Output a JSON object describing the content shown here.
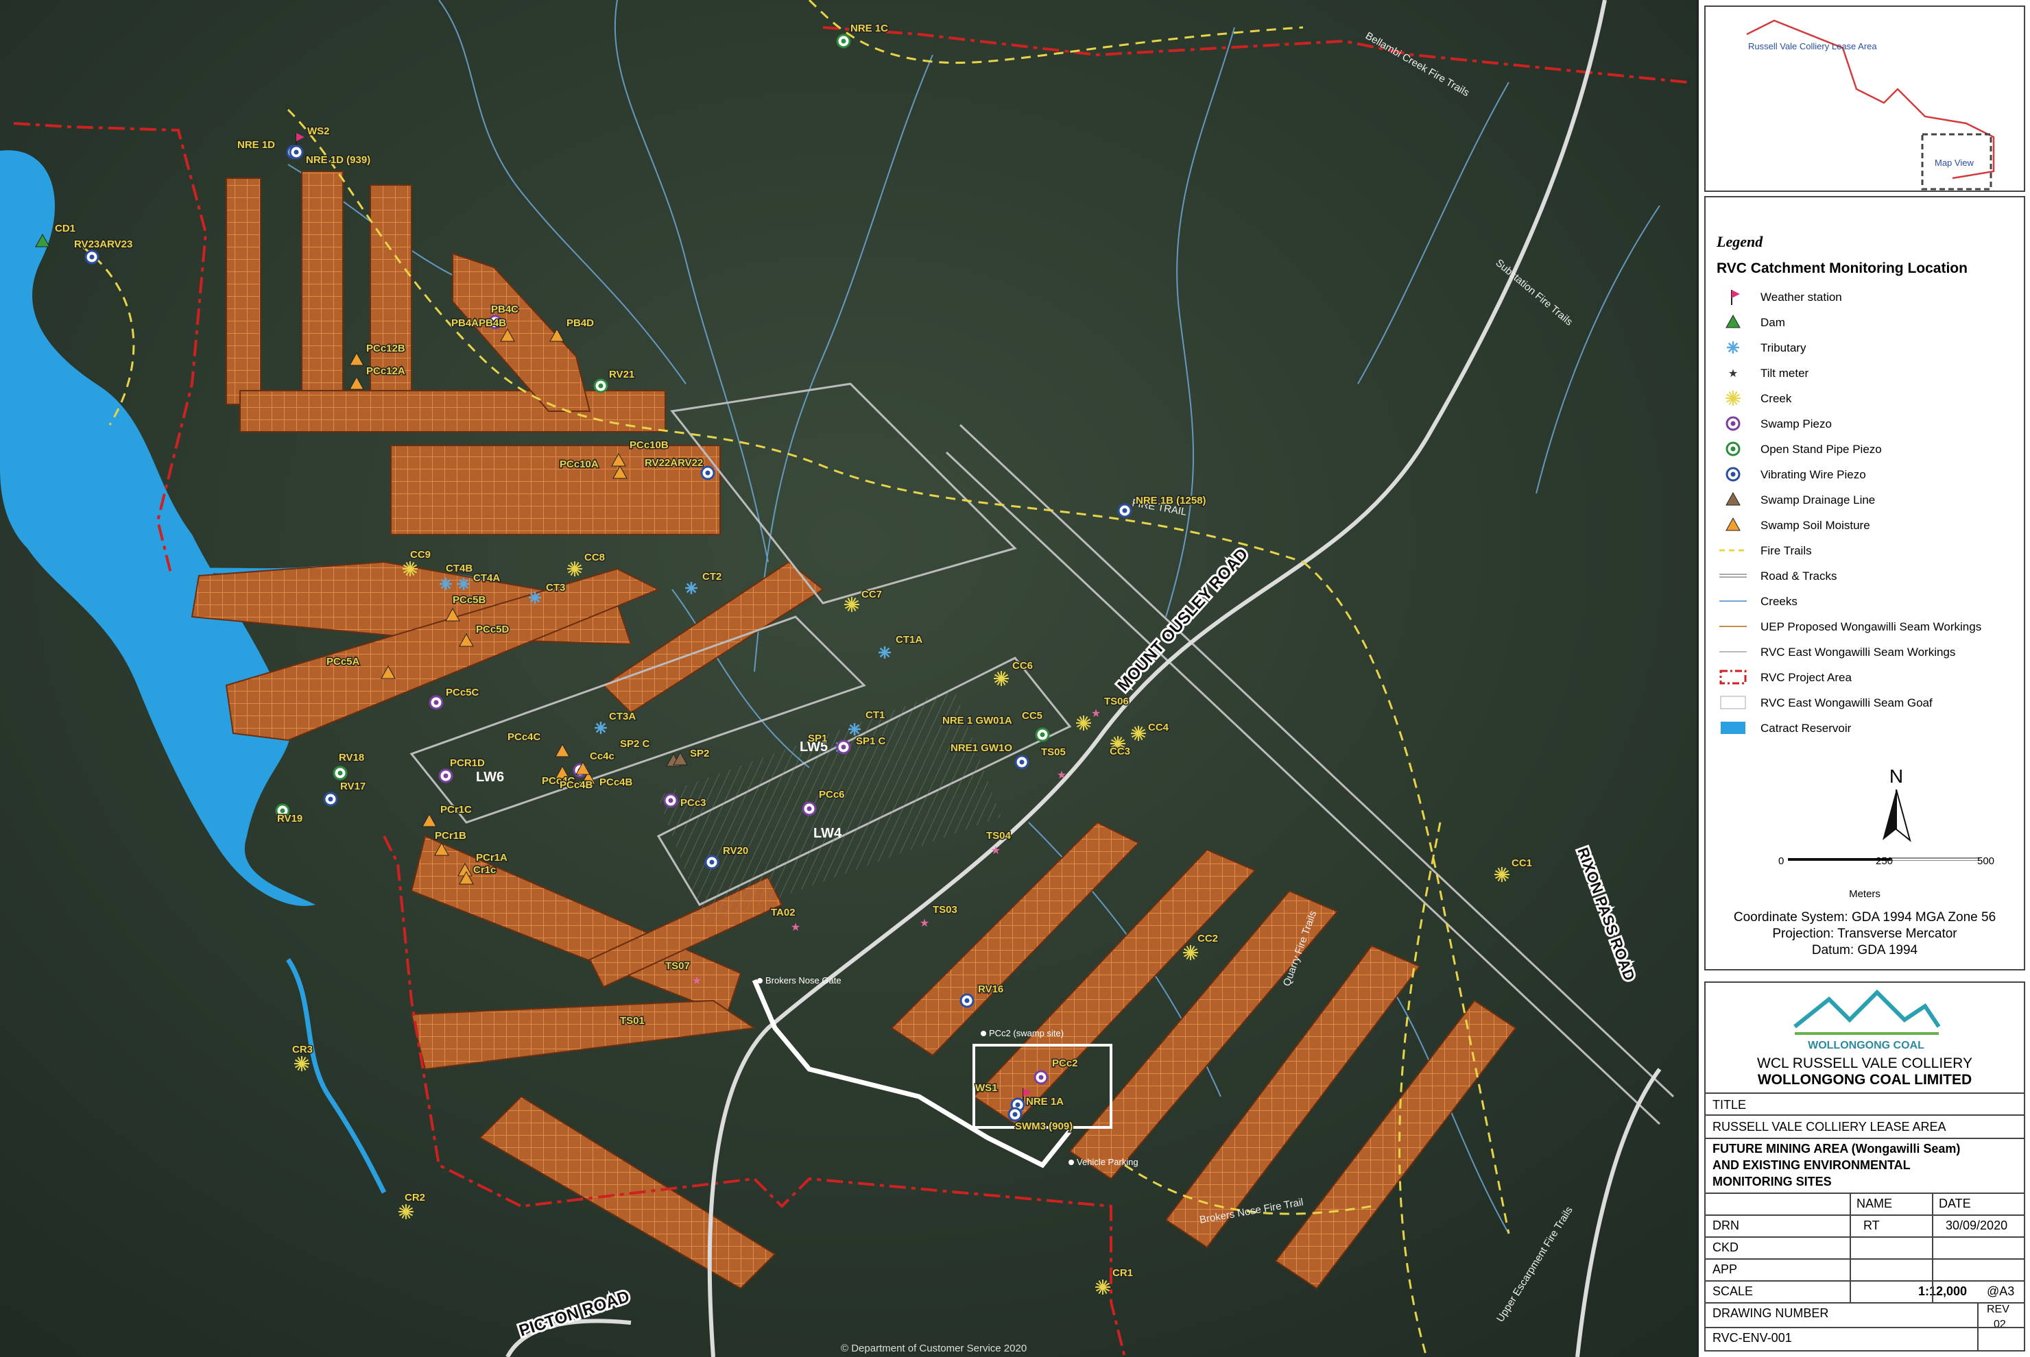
{
  "map": {
    "roads": [
      "MOUNT OUSLEY ROAD",
      "PICTON ROAD",
      "RIXON PASS ROAD"
    ],
    "trails": [
      "Bellambi Creek Fire Trails",
      "Substation Fire Trails",
      "Quarry Fire Trails",
      "Brokers Nose Fire Trail",
      "Upper Escarpment Fire Trails",
      "FIRE TRAIL"
    ],
    "panels": [
      "LW6",
      "LW5",
      "LW4"
    ],
    "places": [
      "Brokers Nose Gate",
      "Vehicle Parking",
      "PCc2 (swamp site)"
    ],
    "copyright": "© Department of Customer Service 2020",
    "sites": [
      {
        "label": "NRE 1C",
        "type": "open-stand-pipe"
      },
      {
        "label": "NRE 1D",
        "type": "vibrating-wire"
      },
      {
        "label": "WS2",
        "type": "weather"
      },
      {
        "label": "NRE 1D (939)",
        "type": "vibrating-wire"
      },
      {
        "label": "CD1",
        "type": "dam"
      },
      {
        "label": "RV23ARV23",
        "type": "vibrating-wire"
      },
      {
        "label": "PB4C",
        "type": "swamp-piezo"
      },
      {
        "label": "PB4APB4B",
        "type": "soil"
      },
      {
        "label": "PB4D",
        "type": "soil"
      },
      {
        "label": "PCc12B",
        "type": "soil"
      },
      {
        "label": "PCc12A",
        "type": "soil"
      },
      {
        "label": "RV21",
        "type": "open-stand-pipe"
      },
      {
        "label": "PCc10A",
        "type": "soil"
      },
      {
        "label": "PCc10B",
        "type": "soil"
      },
      {
        "label": "RV22ARV22",
        "type": "vibrating-wire"
      },
      {
        "label": "NRE 1B (1258)",
        "type": "vibrating-wire"
      },
      {
        "label": "CC9",
        "type": "creek"
      },
      {
        "label": "CT4B",
        "type": "tributary"
      },
      {
        "label": "CT4A",
        "type": "tributary"
      },
      {
        "label": "CC8",
        "type": "creek"
      },
      {
        "label": "CT2",
        "type": "tributary"
      },
      {
        "label": "CT3",
        "type": "tributary"
      },
      {
        "label": "CC7",
        "type": "creek"
      },
      {
        "label": "PCc5B",
        "type": "soil"
      },
      {
        "label": "PCc5D",
        "type": "soil"
      },
      {
        "label": "PCc5A",
        "type": "soil"
      },
      {
        "label": "PCc5C",
        "type": "swamp-piezo"
      },
      {
        "label": "CT1A",
        "type": "tributary"
      },
      {
        "label": "CC6",
        "type": "creek"
      },
      {
        "label": "TS06",
        "type": "tilt"
      },
      {
        "label": "CC5",
        "type": "creek"
      },
      {
        "label": "CC4",
        "type": "creek"
      },
      {
        "label": "CC3",
        "type": "creek"
      },
      {
        "label": "TS05",
        "type": "tilt"
      },
      {
        "label": "NRE 1 GW01A",
        "type": "open-stand-pipe"
      },
      {
        "label": "NRE1 GW1O",
        "type": "vibrating-wire"
      },
      {
        "label": "CT3A",
        "type": "tributary"
      },
      {
        "label": "CT1",
        "type": "tributary"
      },
      {
        "label": "SP1",
        "type": "tributary"
      },
      {
        "label": "SP1 C",
        "type": "swamp-piezo"
      },
      {
        "label": "RV18",
        "type": "open-stand-pipe"
      },
      {
        "label": "PCR1D",
        "type": "swamp-piezo"
      },
      {
        "label": "PCc4C",
        "type": "soil"
      },
      {
        "label": "Cc4c",
        "type": "swamp-piezo"
      },
      {
        "label": "SP2 C",
        "type": "drainage"
      },
      {
        "label": "SP2",
        "type": "drainage"
      },
      {
        "label": "PCc4C",
        "type": "soil"
      },
      {
        "label": "PCc4B",
        "type": "soil"
      },
      {
        "label": "PCc4B",
        "type": "soil"
      },
      {
        "label": "PCc3",
        "type": "swamp-piezo"
      },
      {
        "label": "PCc6",
        "type": "swamp-piezo"
      },
      {
        "label": "RV19",
        "type": "open-stand-pipe"
      },
      {
        "label": "RV17",
        "type": "vibrating-wire"
      },
      {
        "label": "PCr1C",
        "type": "soil"
      },
      {
        "label": "PCr1B",
        "type": "soil"
      },
      {
        "label": "PCr1A",
        "type": "soil"
      },
      {
        "label": "Cr1c",
        "type": "soil"
      },
      {
        "label": "RV20",
        "type": "vibrating-wire"
      },
      {
        "label": "TS04",
        "type": "tilt"
      },
      {
        "label": "CC1",
        "type": "creek"
      },
      {
        "label": "TA02",
        "type": "tilt"
      },
      {
        "label": "TS03",
        "type": "tilt"
      },
      {
        "label": "TS07",
        "type": "tilt"
      },
      {
        "label": "TS01",
        "type": "tilt"
      },
      {
        "label": "CC2",
        "type": "creek"
      },
      {
        "label": "RV16",
        "type": "vibrating-wire"
      },
      {
        "label": "PCc2",
        "type": "swamp-piezo"
      },
      {
        "label": "WS1",
        "type": "weather"
      },
      {
        "label": "NRE 1A",
        "type": "vibrating-wire"
      },
      {
        "label": "SWM3 (909)",
        "type": "vibrating-wire"
      },
      {
        "label": "CR3",
        "type": "creek"
      },
      {
        "label": "CR2",
        "type": "creek"
      },
      {
        "label": "CR1",
        "type": "creek"
      }
    ]
  },
  "inset": {
    "lease_label": "Russell Vale Colliery Lease Area",
    "view_label": "Map View"
  },
  "legend": {
    "heading": "Legend",
    "subheading": "RVC Catchment Monitoring Location",
    "items": [
      {
        "label": "Weather station",
        "icon": "flag-icon",
        "color": "#e0307a"
      },
      {
        "label": "Dam",
        "icon": "triangle-icon",
        "color": "#3a9b3a"
      },
      {
        "label": "Tributary",
        "icon": "asterisk-icon",
        "color": "#5aa8e0"
      },
      {
        "label": "Tilt meter",
        "icon": "star-icon",
        "color": "#333333"
      },
      {
        "label": "Creek",
        "icon": "sun-icon",
        "color": "#e8d44a"
      },
      {
        "label": "Swamp Piezo",
        "icon": "ring-icon",
        "color": "#7b3fa0"
      },
      {
        "label": "Open Stand Pipe Piezo",
        "icon": "ring-icon",
        "color": "#2e8b3e"
      },
      {
        "label": "Vibrating Wire Piezo",
        "icon": "ring-icon",
        "color": "#2b4f9e"
      },
      {
        "label": "Swamp Drainage Line",
        "icon": "triangle-icon",
        "color": "#8a6a4a"
      },
      {
        "label": "Swamp Soil Moisture",
        "icon": "triangle-icon",
        "color": "#f0a030"
      },
      {
        "label": "Fire Trails",
        "icon": "dashed-line-icon",
        "color": "#e8d44a"
      },
      {
        "label": "Road & Tracks",
        "icon": "double-line-icon",
        "color": "#aaaaaa"
      },
      {
        "label": "Creeks",
        "icon": "line-icon",
        "color": "#6fa8d8"
      },
      {
        "label": "UEP Proposed Wongawilli Seam Workings",
        "icon": "line-icon",
        "color": "#c98a4a"
      },
      {
        "label": "RVC East Wongawilli Seam Workings",
        "icon": "line-icon",
        "color": "#bbbbbb"
      },
      {
        "label": "RVC Project Area",
        "icon": "dash-dot-icon",
        "color": "#cc2222"
      },
      {
        "label": "RVC East Wongawilli Seam Goaf",
        "icon": "hatch-icon",
        "color": "#999999"
      },
      {
        "label": "Catract Reservoir",
        "icon": "fill-icon",
        "color": "#2aa0e0"
      }
    ],
    "north": "N",
    "scale_ticks": [
      "0",
      "250",
      "500"
    ],
    "scale_unit": "Meters",
    "coord_lines": [
      "Coordinate System: GDA 1994 MGA Zone 56",
      "Projection: Transverse Mercator",
      "Datum: GDA 1994"
    ]
  },
  "titleblock": {
    "company": "WOLLONGONG COAL",
    "line1": "WCL RUSSELL VALE COLLIERY",
    "line2": "WOLLONGONG COAL LIMITED",
    "title_label": "TITLE",
    "title_value": "RUSSELL VALE COLLIERY LEASE AREA",
    "desc_lines": [
      "FUTURE MINING AREA (Wongawilli Seam)",
      "AND EXISTING ENVIRONMENTAL",
      "MONITORING SITES"
    ],
    "name_hdr": "NAME",
    "date_hdr": "DATE",
    "drn": "DRN",
    "drn_name": "RT",
    "drn_date": "30/09/2020",
    "ckd": "CKD",
    "app": "APP",
    "scale_label": "SCALE",
    "scale_value": "1:12,000",
    "scale_paper": "@A3",
    "dwg_label": "DRAWING NUMBER",
    "rev_label": "REV",
    "rev_value": "02",
    "dwg_value": "RVC-ENV-001"
  }
}
